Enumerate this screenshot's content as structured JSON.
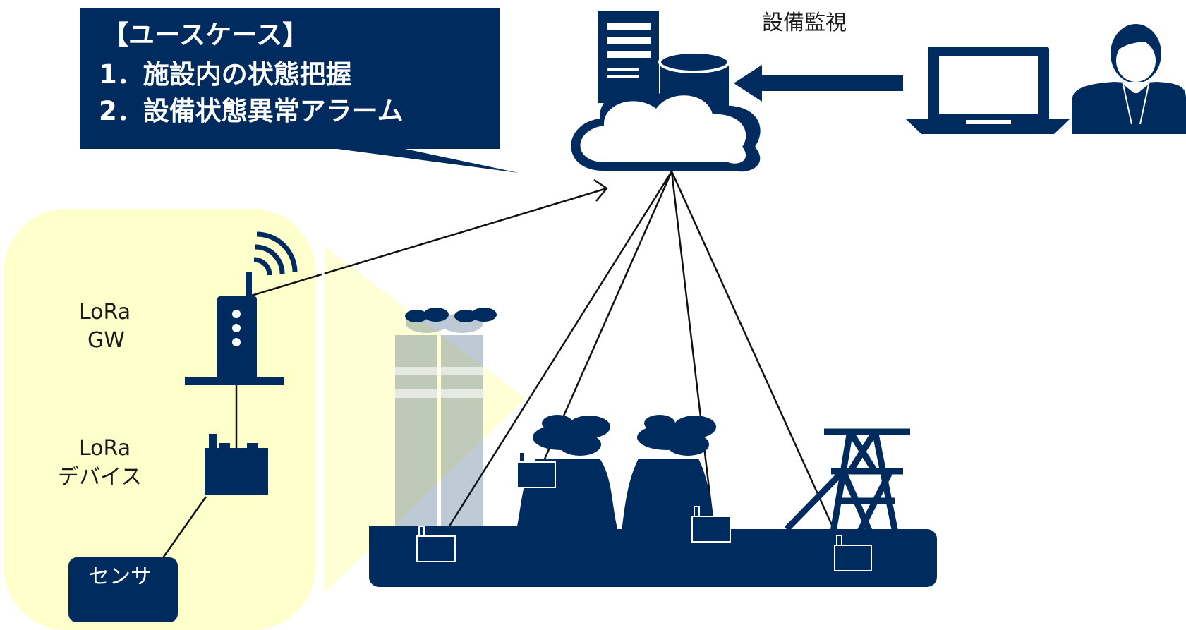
{
  "callout": {
    "title": "【ユースケース】",
    "items": [
      "1．施設内の状態把握",
      "2．設備状態異常アラーム"
    ]
  },
  "labels": {
    "monitoring": "設備監視",
    "gw_line1": "LoRa",
    "gw_line2": "GW",
    "device_line1": "LoRa",
    "device_line2": "デバイス",
    "sensor": "センサ"
  },
  "colors": {
    "navy": "#002b5e",
    "highlight": "#ffffcc",
    "line": "#111111",
    "white": "#ffffff"
  },
  "icons": [
    "server-icon",
    "database-icon",
    "cloud-icon",
    "laptop-icon",
    "person-icon",
    "wifi-signal-icon",
    "gateway-icon",
    "lora-device-icon",
    "sensor-icon",
    "factory-icon",
    "cooling-tower-icon",
    "transmission-tower-icon"
  ]
}
